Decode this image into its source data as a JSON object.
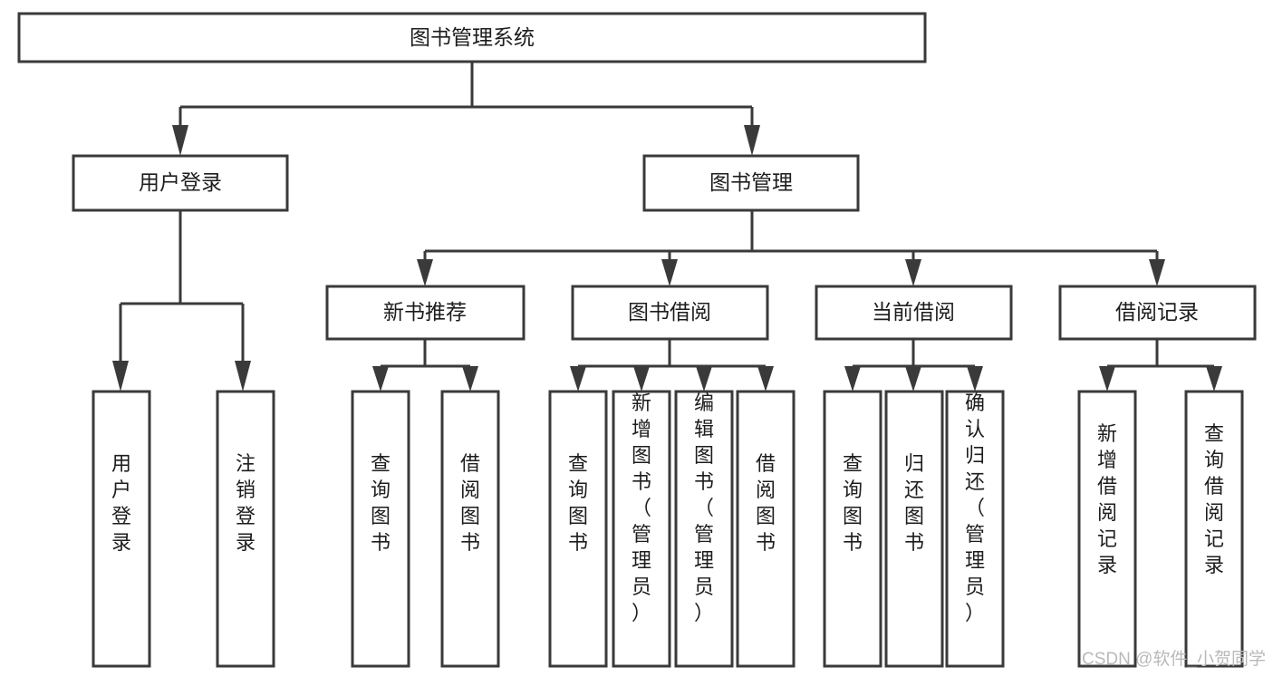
{
  "diagram": {
    "type": "tree",
    "title": "图书管理系统",
    "orientation": "top-down",
    "colors": {
      "background": "#ffffff",
      "box_fill": "#ffffff",
      "box_stroke": "#3a3a3a",
      "text": "#1d1d1d",
      "watermark": "#b9b9b9"
    },
    "levels": 4
  },
  "root": {
    "label": "图书管理系统"
  },
  "level2": [
    {
      "label": "用户登录"
    },
    {
      "label": "图书管理"
    }
  ],
  "level3": [
    {
      "label": "新书推荐"
    },
    {
      "label": "图书借阅"
    },
    {
      "label": "当前借阅"
    },
    {
      "label": "借阅记录"
    }
  ],
  "leaves_user_login": [
    {
      "label": "用户登录"
    },
    {
      "label": "注销登录"
    }
  ],
  "leaves_new_book": [
    {
      "label": "查询图书"
    },
    {
      "label": "借阅图书"
    }
  ],
  "leaves_borrow": [
    {
      "label": "查询图书"
    },
    {
      "label": "新增图书（管理员）"
    },
    {
      "label": "编辑图书（管理员）"
    },
    {
      "label": "借阅图书"
    }
  ],
  "leaves_current": [
    {
      "label": "查询图书"
    },
    {
      "label": "归还图书"
    },
    {
      "label": "确认归还（管理员）"
    }
  ],
  "leaves_records": [
    {
      "label": "新增借阅记录"
    },
    {
      "label": "查询借阅记录"
    }
  ],
  "watermark": {
    "text": "CSDN @软件_小贺同学"
  }
}
